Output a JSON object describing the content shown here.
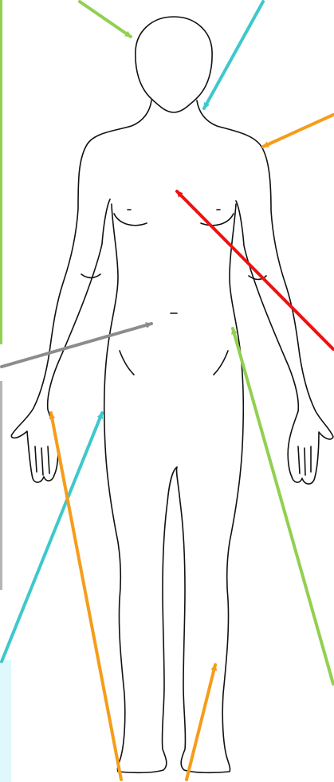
{
  "colors": {
    "outline": "#111111",
    "green": "#92d050",
    "cyan": "#3ec8cc",
    "orange": "#f59d1b",
    "red": "#ee1111",
    "gray": "#8c8c8c",
    "light_cyan_panel": "#dff8fb"
  },
  "arrows": [
    {
      "name": "arrow-green-head",
      "color": "green"
    },
    {
      "name": "arrow-cyan-neck",
      "color": "cyan"
    },
    {
      "name": "arrow-orange-shoulder",
      "color": "orange"
    },
    {
      "name": "arrow-red-chest",
      "color": "red"
    },
    {
      "name": "arrow-gray-abdomen",
      "color": "gray"
    },
    {
      "name": "arrow-green-hip",
      "color": "green"
    },
    {
      "name": "arrow-cyan-thigh",
      "color": "cyan"
    },
    {
      "name": "arrow-orange-hand",
      "color": "orange"
    },
    {
      "name": "arrow-orange-calf",
      "color": "orange"
    }
  ]
}
